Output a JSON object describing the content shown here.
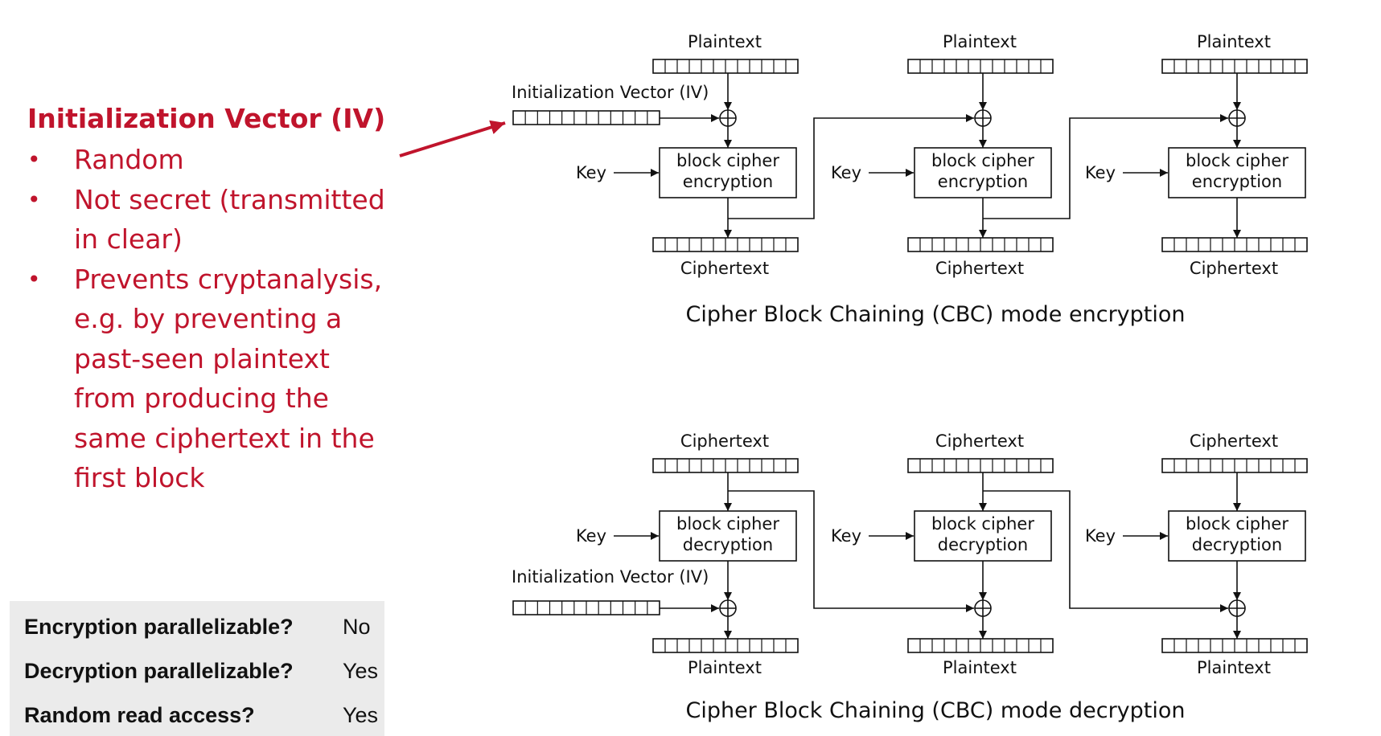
{
  "notes": {
    "title": "Initialization Vector (IV)",
    "bullets": [
      "Random",
      "Not secret (transmitted in clear)",
      "Prevents cryptanalysis, e.g. by preventing a past-seen plaintext from producing the same ciphertext in the first block"
    ]
  },
  "properties": [
    {
      "label": "Encryption parallelizable?",
      "value": "No"
    },
    {
      "label": "Decryption parallelizable?",
      "value": "Yes"
    },
    {
      "label": "Random read access?",
      "value": "Yes"
    }
  ],
  "encryption": {
    "caption": "Cipher Block Chaining (CBC) mode encryption",
    "iv_label": "Initialization Vector (IV)",
    "input_label": "Plaintext",
    "output_label": "Ciphertext",
    "key_label": "Key",
    "box_line1": "block cipher",
    "box_line2": "encryption"
  },
  "decryption": {
    "caption": "Cipher Block Chaining (CBC) mode decryption",
    "iv_label": "Initialization Vector (IV)",
    "input_label": "Ciphertext",
    "output_label": "Plaintext",
    "key_label": "Key",
    "box_line1": "block cipher",
    "box_line2": "decryption"
  },
  "colors": {
    "accent": "#c0142c",
    "table_bg": "#ebebeb",
    "line": "#111111"
  }
}
